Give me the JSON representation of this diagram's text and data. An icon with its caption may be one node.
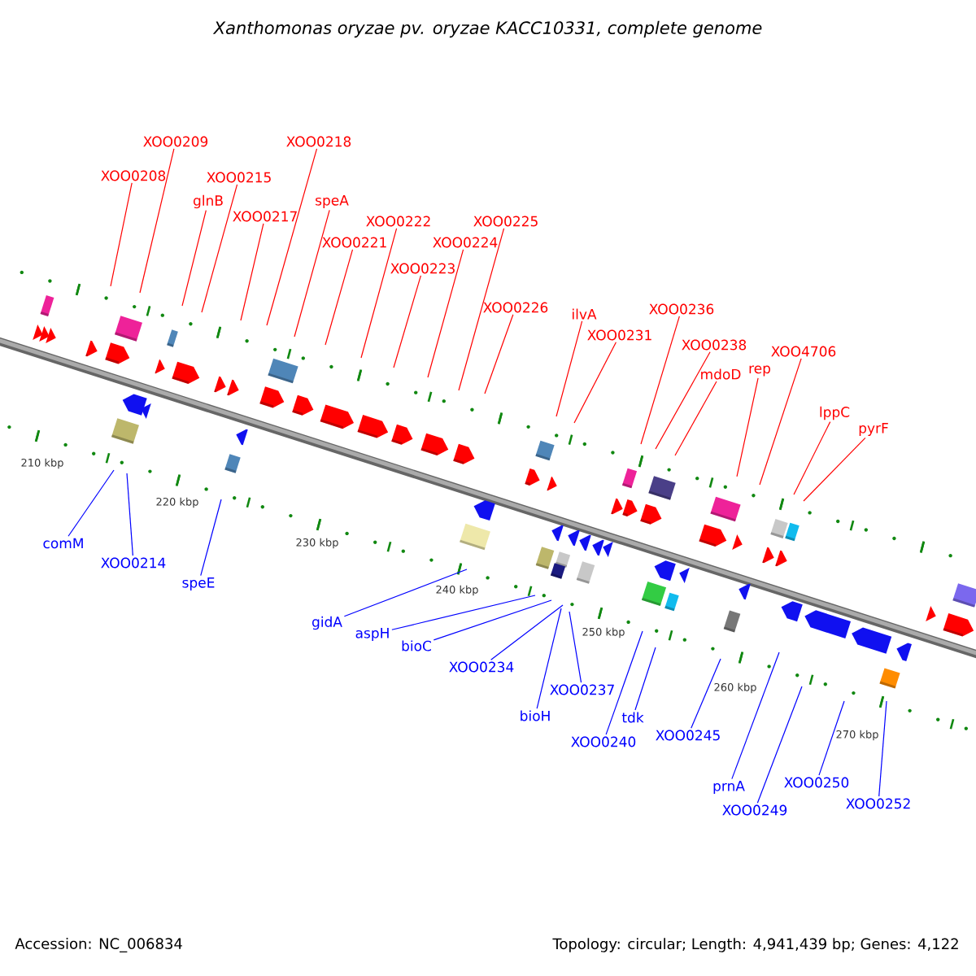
{
  "diagram": {
    "title": "Xanthomonas oryzae pv. oryzae KACC10331, complete genome",
    "nodes": [
      {
        "text": [
          "XOO0208"
        ]
      },
      {
        "text": [
          "XOO0209"
        ]
      },
      {
        "text": [
          "XOO0215"
        ]
      },
      {
        "text": [
          "glnB"
        ]
      },
      {
        "text": [
          "XOO0217"
        ]
      },
      {
        "text": [
          "XOO0218"
        ]
      },
      {
        "text": [
          "speA"
        ]
      },
      {
        "text": [
          "XOO0221"
        ]
      },
      {
        "text": [
          "XOO0222"
        ]
      },
      {
        "text": [
          "XOO0223"
        ]
      },
      {
        "text": [
          "XOO0224"
        ]
      },
      {
        "text": [
          "XOO0225"
        ]
      },
      {
        "text": [
          "XOO0226"
        ]
      },
      {
        "text": [
          "ilvA"
        ]
      },
      {
        "text": [
          "XOO0231"
        ]
      },
      {
        "text": [
          "XOO0236"
        ]
      },
      {
        "text": [
          "XOO0238"
        ]
      },
      {
        "text": [
          "mdoD"
        ]
      },
      {
        "text": [
          "rep"
        ]
      },
      {
        "text": [
          "XOO4706"
        ]
      },
      {
        "text": [
          "lppC"
        ]
      },
      {
        "text": [
          "pyrF"
        ]
      },
      {
        "text": [
          "comM"
        ]
      },
      {
        "text": [
          "XOO0214"
        ]
      },
      {
        "text": [
          "speE"
        ]
      },
      {
        "text": [
          "gidA"
        ]
      },
      {
        "text": [
          "aspH"
        ]
      },
      {
        "text": [
          "bioC"
        ]
      },
      {
        "text": [
          "XOO0234"
        ]
      },
      {
        "text": [
          "XOO0237"
        ]
      },
      {
        "text": [
          "bioH"
        ]
      },
      {
        "text": [
          "tdk"
        ]
      },
      {
        "text": [
          "XOO0240"
        ]
      },
      {
        "text": [
          "XOO0245"
        ]
      },
      {
        "text": [
          "prnA"
        ]
      },
      {
        "text": [
          "XOO0249"
        ]
      },
      {
        "text": [
          "XOO0250"
        ]
      },
      {
        "text": [
          "XOO0252"
        ]
      }
    ],
    "edges": [
      {
        "from": 0,
        "to": null,
        "arrow": "none"
      },
      {
        "from": 1,
        "to": null,
        "arrow": "none"
      },
      {
        "from": 2,
        "to": null,
        "arrow": "none"
      },
      {
        "from": 3,
        "to": null,
        "arrow": "none"
      },
      {
        "from": 4,
        "to": null,
        "arrow": "none"
      },
      {
        "from": 5,
        "to": null,
        "arrow": "none"
      },
      {
        "from": 6,
        "to": null,
        "arrow": "none"
      },
      {
        "from": 7,
        "to": null,
        "arrow": "none"
      },
      {
        "from": 8,
        "to": null,
        "arrow": "none"
      },
      {
        "from": 9,
        "to": null,
        "arrow": "none"
      },
      {
        "from": 10,
        "to": null,
        "arrow": "none"
      },
      {
        "from": 11,
        "to": null,
        "arrow": "none"
      },
      {
        "from": 12,
        "to": null,
        "arrow": "none"
      },
      {
        "from": 13,
        "to": null,
        "arrow": "none"
      },
      {
        "from": 14,
        "to": null,
        "arrow": "none"
      },
      {
        "from": 15,
        "to": null,
        "arrow": "none"
      },
      {
        "from": 16,
        "to": null,
        "arrow": "none"
      },
      {
        "from": 17,
        "to": null,
        "arrow": "none"
      },
      {
        "from": 18,
        "to": null,
        "arrow": "none"
      },
      {
        "from": 19,
        "to": null,
        "arrow": "none"
      },
      {
        "from": 20,
        "to": null,
        "arrow": "none"
      },
      {
        "from": 21,
        "to": null,
        "arrow": "none"
      },
      {
        "from": 22,
        "to": null,
        "arrow": "none",
        "color": "#0000ff"
      },
      {
        "from": 23,
        "to": null,
        "arrow": "none",
        "color": "#0000ff"
      },
      {
        "from": 24,
        "to": null,
        "arrow": "none",
        "color": "#0000ff"
      },
      {
        "from": 25,
        "to": null,
        "arrow": "none",
        "color": "#0000ff"
      },
      {
        "from": 26,
        "to": null,
        "arrow": "none",
        "color": "#0000ff"
      },
      {
        "from": 27,
        "to": null,
        "arrow": "none",
        "color": "#0000ff"
      },
      {
        "from": 28,
        "to": null,
        "arrow": "none",
        "color": "#0000ff"
      },
      {
        "from": 29,
        "to": null,
        "arrow": "none",
        "color": "#0000ff"
      },
      {
        "from": 30,
        "to": null,
        "arrow": "none",
        "color": "#0000ff"
      },
      {
        "from": 31,
        "to": null,
        "arrow": "none",
        "color": "#0000ff"
      },
      {
        "from": 32,
        "to": null,
        "arrow": "none",
        "color": "#0000ff"
      },
      {
        "from": 33,
        "to": null,
        "arrow": "none",
        "color": "#0000ff"
      },
      {
        "from": 34,
        "to": null,
        "arrow": "none",
        "color": "#0000ff"
      },
      {
        "from": 35,
        "to": null,
        "arrow": "none",
        "color": "#0000ff"
      },
      {
        "from": 36,
        "to": null,
        "arrow": "none",
        "color": "#0000ff"
      },
      {
        "from": 37,
        "to": null,
        "arrow": "none",
        "color": "#0000ff"
      }
    ],
    "labels": [
      "210 kbp",
      "220 kbp",
      "230 kbp",
      "240 kbp",
      "250 kbp",
      "260 kbp",
      "270 kbp",
      "Accession: NC_006834",
      "Topology: circular; Length: 4,941,439 bp; Genes: 4,122"
    ]
  }
}
